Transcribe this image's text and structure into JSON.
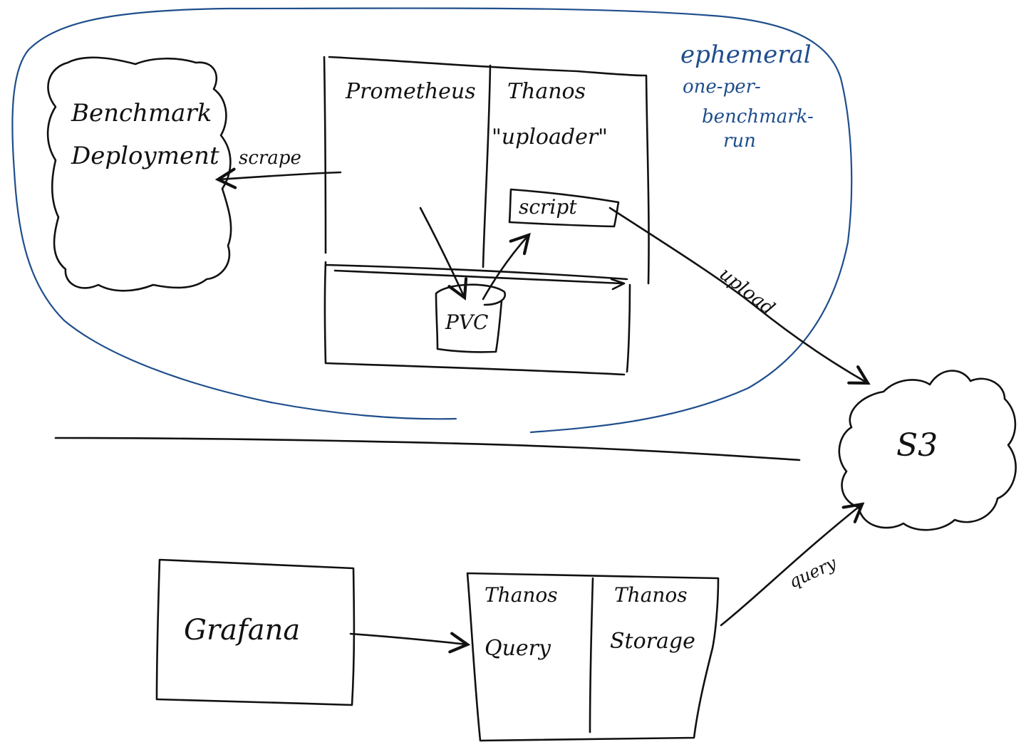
{
  "colors": {
    "ink": "#111111",
    "annotation": "#1f4e8c",
    "background": "#ffffff"
  },
  "annotation": {
    "title": "ephemeral",
    "line1": "one-per-",
    "line2": "benchmark-",
    "line3": "run"
  },
  "nodes": {
    "benchmark_line1": "Benchmark",
    "benchmark_line2": "Deployment",
    "prometheus": "Prometheus",
    "thanos_title": "Thanos",
    "thanos_subtitle": "\"uploader\"",
    "script": "script",
    "pvc": "PVC",
    "s3": "S3",
    "grafana": "Grafana",
    "thanos_query_line1": "Thanos",
    "thanos_query_line2": "Query",
    "thanos_storage_line1": "Thanos",
    "thanos_storage_line2": "Storage"
  },
  "edges": {
    "scrape": "scrape",
    "upload": "upload",
    "query": "query"
  }
}
